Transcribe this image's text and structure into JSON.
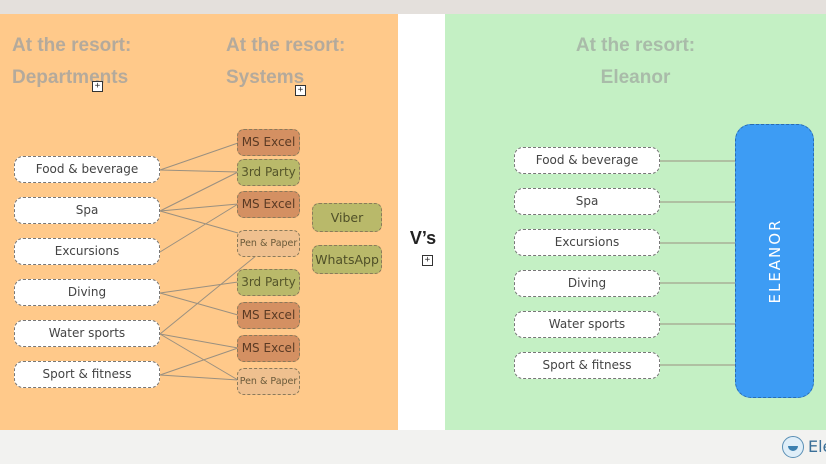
{
  "left": {
    "heading_departments_line1": "At the resort:",
    "heading_departments_line2": "Departments",
    "heading_systems_line1": "At the resort:",
    "heading_systems_line2": "Systems",
    "departments": [
      "Food & beverage",
      "Spa",
      "Excursions",
      "Diving",
      "Water sports",
      "Sport & fitness"
    ],
    "systems": [
      "MS Excel",
      "3rd Party",
      "MS Excel",
      "Pen & Paper",
      "3rd Party",
      "MS Excel",
      "MS Excel",
      "Pen & Paper"
    ],
    "messaging": [
      "Viber",
      "WhatsApp"
    ]
  },
  "middle": {
    "vs_label": "V’s"
  },
  "right": {
    "heading_line1": "At the resort:",
    "heading_line2": "Eleanor",
    "departments": [
      "Food & beverage",
      "Spa",
      "Excursions",
      "Diving",
      "Water sports",
      "Sport & fitness"
    ],
    "eleanor_label": "ELEANOR"
  },
  "footer": {
    "logo_text": "Ele"
  },
  "colors": {
    "left_bg": "#ffc98a",
    "right_bg": "#c4f0c4",
    "eleanor_blue": "#3d9cf4",
    "excel_fill": "#d49062",
    "third_party_fill": "#b9b96a",
    "paper_fill": "#efc08f"
  },
  "icons": {
    "expand": "expand-box-icon",
    "logo": "resort-logo-icon"
  }
}
